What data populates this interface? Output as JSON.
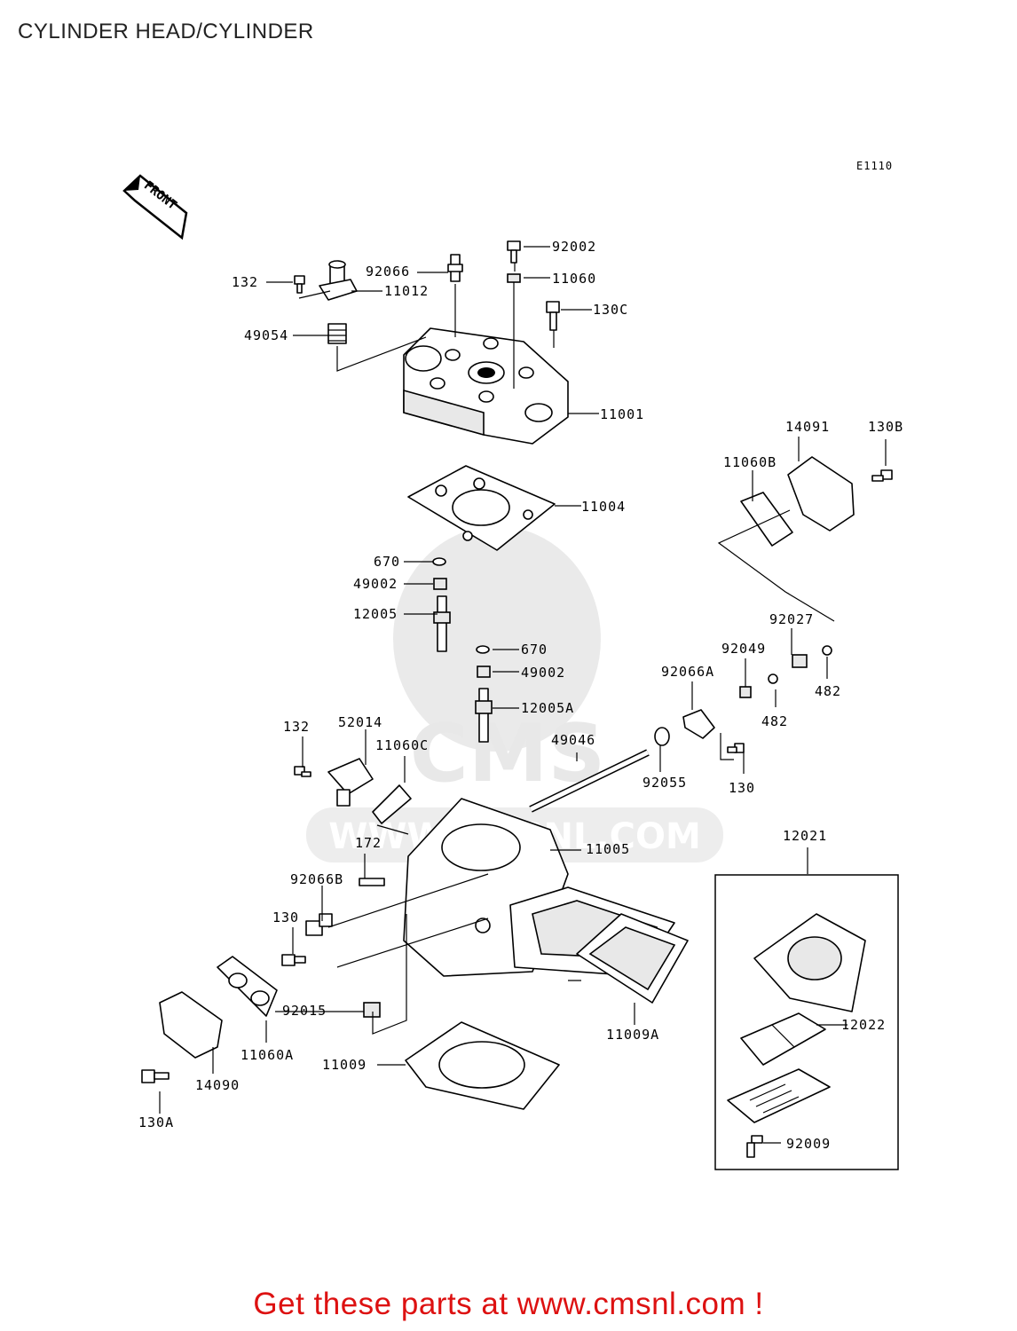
{
  "title": "CYLINDER HEAD/CYLINDER",
  "diagram_ref": "E1110",
  "front_label": "FRONT",
  "watermark": {
    "brand": "CMS",
    "url": "WWW.CMSNL.COM"
  },
  "part_labels": {
    "p132a": "132",
    "p11012": "11012",
    "p92066": "92066",
    "p92002": "92002",
    "p11060": "11060",
    "p130c": "130C",
    "p49054": "49054",
    "p11001": "11001",
    "p14091": "14091",
    "p130b": "130B",
    "p11060b": "11060B",
    "p11004": "11004",
    "p670a": "670",
    "p49002a": "49002",
    "p12005": "12005",
    "p670b": "670",
    "p49002b": "49002",
    "p12005a": "12005A",
    "p92027": "92027",
    "p92049": "92049",
    "p92066a": "92066A",
    "p482a": "482",
    "p482b": "482",
    "p132b": "132",
    "p52014": "52014",
    "p11060c": "11060C",
    "p49046": "49046",
    "p92055": "92055",
    "p130a2": "130",
    "p172": "172",
    "p11005": "11005",
    "p12021": "12021",
    "p92066b": "92066B",
    "p130d": "130",
    "p92015": "92015",
    "p11060a": "11060A",
    "p14090": "14090",
    "p11009a": "11009A",
    "p11009": "11009",
    "p12022": "12022",
    "p130a": "130A",
    "p92009": "92009"
  },
  "footer": "Get these parts at www.cmsnl.com !"
}
